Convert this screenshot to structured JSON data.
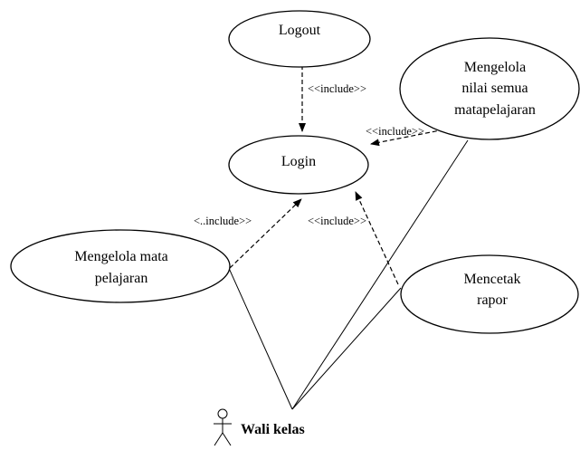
{
  "use_cases": {
    "logout": "Logout",
    "login": "Login",
    "mengelola_nilai": [
      "Mengelola",
      "nilai semua",
      "matapelajaran"
    ],
    "mengelola_mata": [
      "Mengelola mata",
      "pelajaran"
    ],
    "mencetak_rapor": [
      "Mencetak",
      "rapor"
    ]
  },
  "actor": {
    "name": "Wali kelas"
  },
  "relations": {
    "logout_include": "<<include>>",
    "nilai_include": "<<include>>",
    "mata_include": "<..include>>",
    "rapor_include": "<<include>>"
  }
}
